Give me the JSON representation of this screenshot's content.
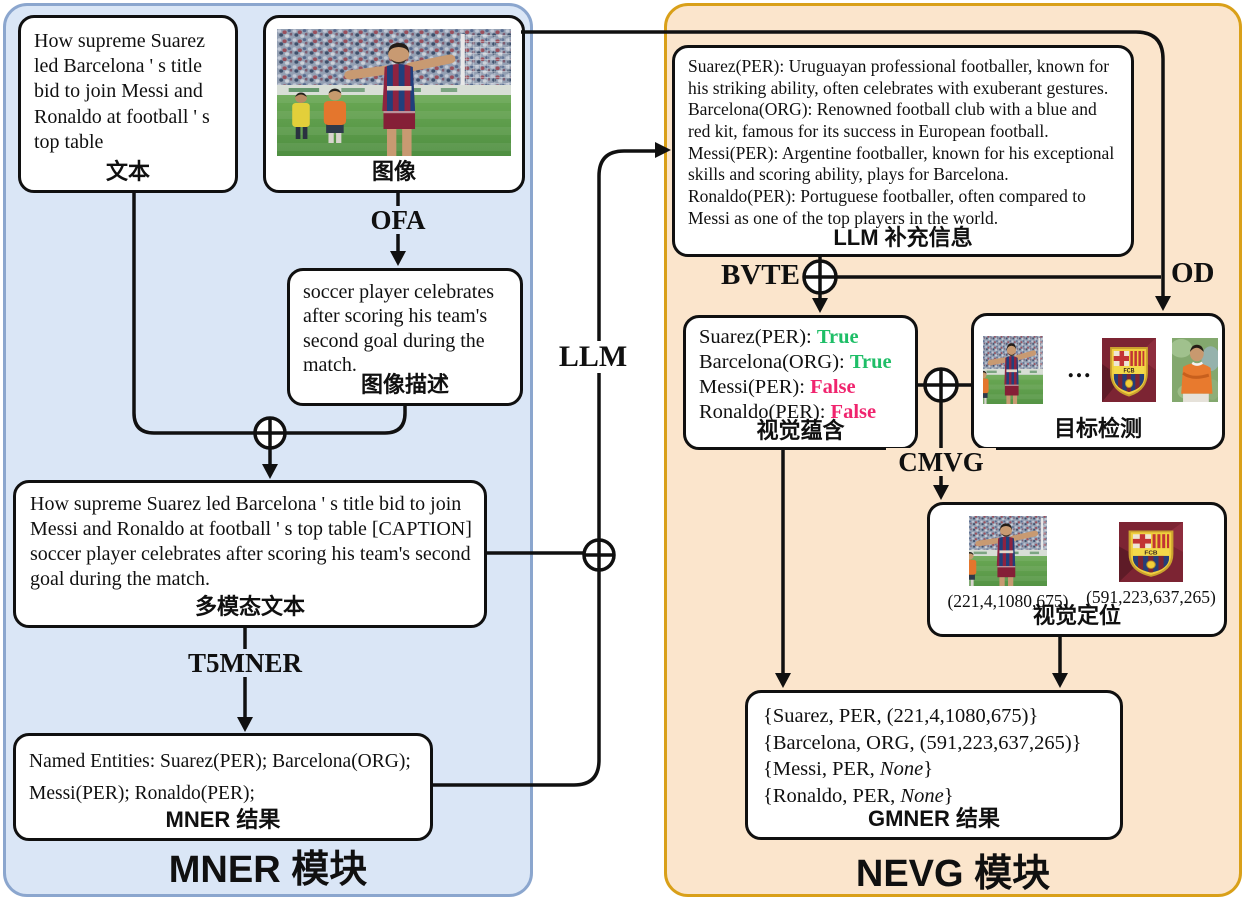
{
  "mner_module": {
    "title": "MNER 模块",
    "text_box": {
      "text": "How supreme Suarez led Barcelona ' s title bid to join Messi and Ronaldo at football ' s top table",
      "label": "文本"
    },
    "image_box": {
      "label": "图像",
      "image": "suarez-celebration-photo"
    },
    "caption_box": {
      "text": "soccer player celebrates after scoring his team's second goal during the match.",
      "label": "图像描述"
    },
    "multimodal_box": {
      "text": "How supreme Suarez led Barcelona ' s title bid to join Messi and Ronaldo at football ' s top table [CAPTION] soccer player celebrates after scoring his team's second goal during the match.",
      "label": "多模态文本"
    },
    "result_box": {
      "lines": [
        "Named Entities: Suarez(PER); Barcelona(ORG);",
        "Messi(PER); Ronaldo(PER);"
      ],
      "label": "MNER 结果"
    }
  },
  "nevg_module": {
    "title": "NEVG 模块",
    "llm_info_box": {
      "lines": [
        "Suarez(PER): Uruguayan professional footballer, known for his striking ability, often celebrates with exuberant gestures.",
        "Barcelona(ORG): Renowned football club with a blue and red kit, famous for its success in European football.",
        "Messi(PER): Argentine footballer, known for his exceptional skills and scoring ability, plays for Barcelona.",
        "Ronaldo(PER): Portuguese footballer, often compared to Messi as one of the top players in the world."
      ],
      "label": "LLM 补充信息"
    },
    "entailment_box": {
      "rows": [
        {
          "entity": "Suarez(PER): ",
          "value": "True"
        },
        {
          "entity": "Barcelona(ORG): ",
          "value": "True"
        },
        {
          "entity": "Messi(PER): ",
          "value": "False"
        },
        {
          "entity": "Ronaldo(PER): ",
          "value": "False"
        }
      ],
      "true_color": "#1EBE67",
      "false_color": "#F0246E",
      "label": "视觉蕴含"
    },
    "detection_box": {
      "crops": [
        "suarez-crop",
        "barcelona-crest",
        "orange-player-crop"
      ],
      "ellipsis": "...",
      "label": "目标检测"
    },
    "grounding_box": {
      "items": [
        {
          "crop": "suarez-crop",
          "coords": "(221,4,1080,675)"
        },
        {
          "crop": "barcelona-crest",
          "coords": "(591,223,637,265)"
        }
      ],
      "label": "视觉定位"
    },
    "gmner_box": {
      "rows": [
        {
          "before": "{Suarez, PER, (221,4,1080,675)}"
        },
        {
          "before": "{Barcelona, ORG, (591,223,637,265)}"
        },
        {
          "before": "{Messi, PER, ",
          "none": "None",
          "after": "}"
        },
        {
          "before": "{Ronaldo, PER, ",
          "none": "None",
          "after": "}"
        }
      ],
      "label": "GMNER 结果"
    }
  },
  "operators": {
    "ofa": "OFA",
    "t5mner": "T5MNER",
    "llm": "LLM",
    "bvte": "BVTE",
    "od": "OD",
    "cmvg": "CMVG",
    "merge_symbol": "⊕",
    "merge_nodes": [
      "text-caption-merge",
      "multimodal-llm-merge",
      "bvte-merge",
      "cmvg-merge"
    ]
  }
}
